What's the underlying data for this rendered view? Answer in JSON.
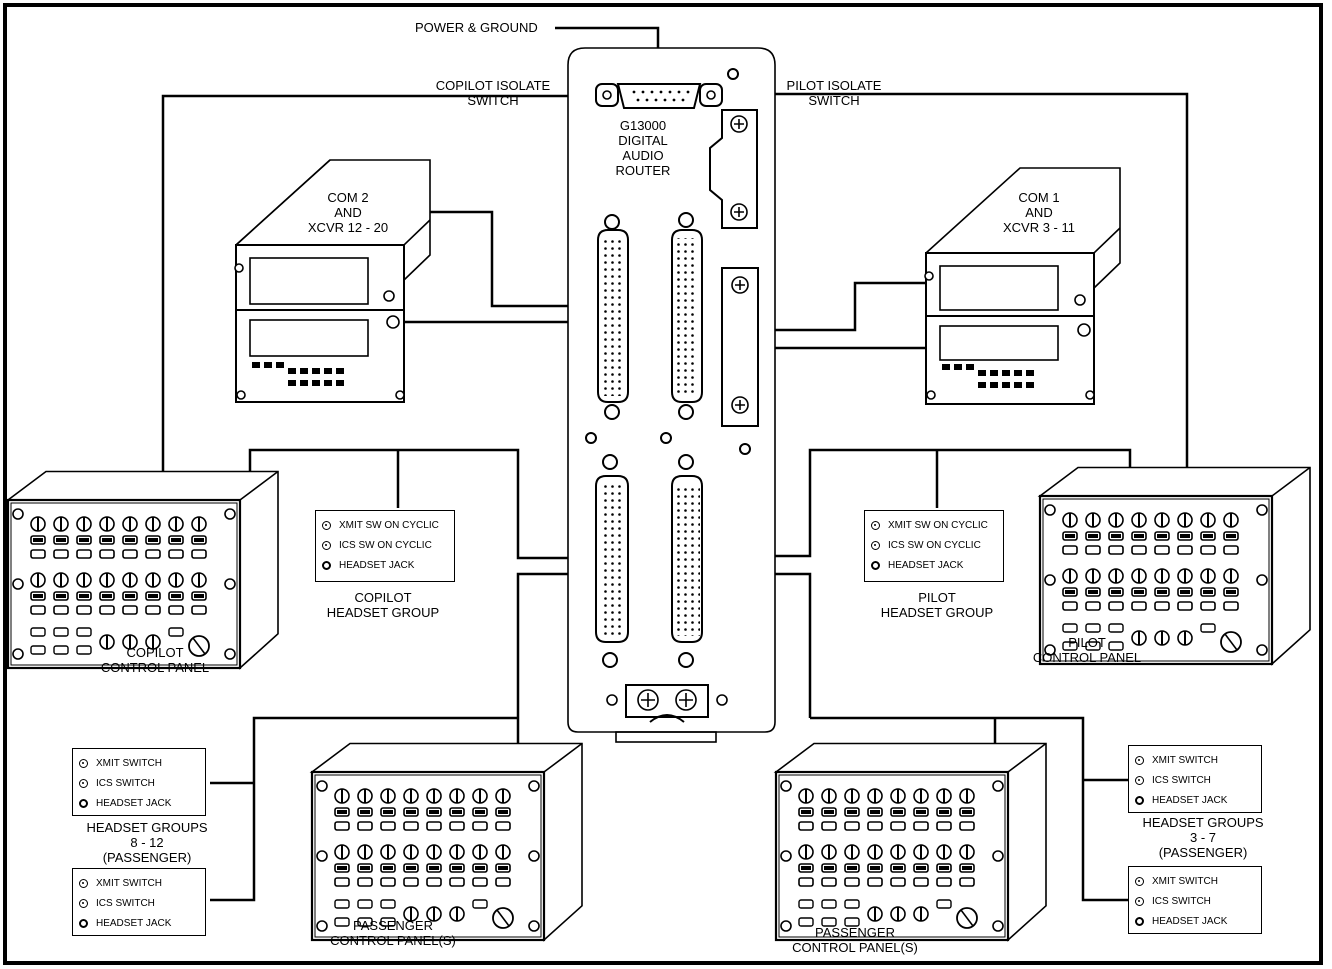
{
  "labels": {
    "power_ground": "POWER & GROUND",
    "copilot_isolate": [
      "COPILOT ISOLATE",
      "SWITCH"
    ],
    "pilot_isolate": [
      "PILOT ISOLATE",
      "SWITCH"
    ],
    "router": [
      "G13000",
      "DIGITAL",
      "AUDIO",
      "ROUTER"
    ],
    "com2": [
      "COM 2",
      "AND",
      "XCVR 12 - 20"
    ],
    "com1": [
      "COM 1",
      "AND",
      "XCVR 3 - 11"
    ],
    "copilot_headset_group": [
      "COPILOT",
      "HEADSET GROUP"
    ],
    "pilot_headset_group": [
      "PILOT",
      "HEADSET GROUP"
    ],
    "copilot_control_panel": [
      "COPILOT",
      "CONTROL PANEL"
    ],
    "pilot_control_panel": [
      "PILOT",
      "CONTROL PANEL"
    ],
    "passenger_control_panel": [
      "PASSENGER",
      "CONTROL PANEL(S)"
    ],
    "headset_groups_left": [
      "HEADSET GROUPS",
      "8 - 12",
      "(PASSENGER)"
    ],
    "headset_groups_right": [
      "HEADSET GROUPS",
      "3 - 7",
      "(PASSENGER)"
    ]
  },
  "headset_boxes": {
    "crew": [
      "XMIT SW ON CYCLIC",
      "ICS SW ON CYCLIC",
      "HEADSET JACK"
    ],
    "passenger": [
      "XMIT SWITCH",
      "ICS SWITCH",
      "HEADSET JACK"
    ]
  },
  "colors": {
    "line": "#000000",
    "background": "#ffffff"
  }
}
